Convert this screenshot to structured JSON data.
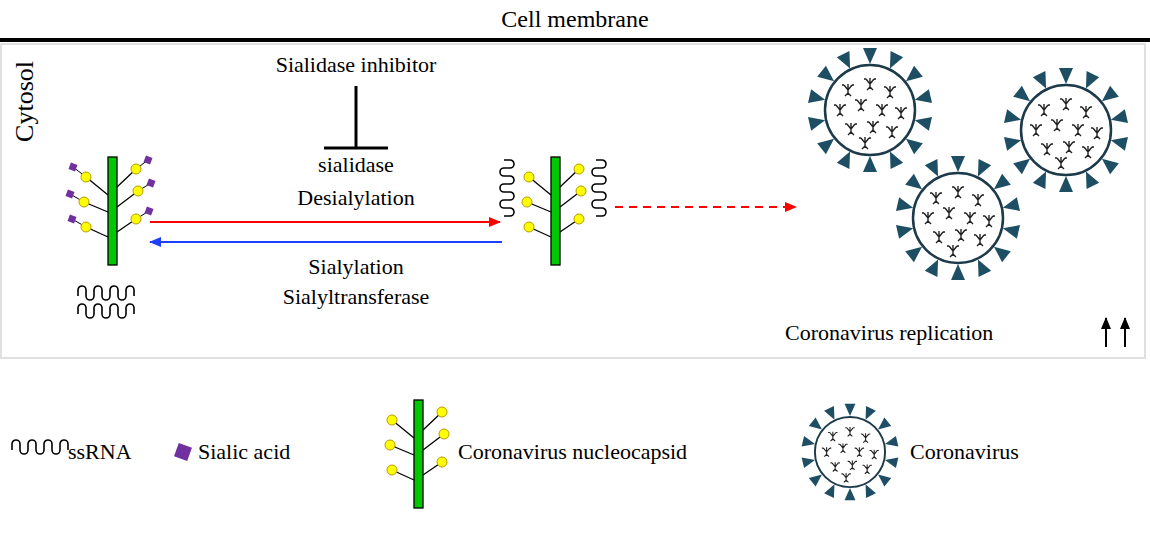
{
  "diagram": {
    "nodes": [
      {
        "text": [
          "Cytosol"
        ]
      }
    ],
    "labels": [
      "Cell membrane",
      "Sialidase inhibitor",
      "sialidase",
      "Desialylation",
      "Sialylation",
      "Sialyltransferase",
      "Coronavirus replication"
    ],
    "legend": [
      {
        "text": "ssRNA"
      },
      {
        "text": "Sialic acid",
        "color": "#7030a0"
      },
      {
        "text": "Coronavirus nucleocapsid"
      },
      {
        "text": "Coronavirus"
      }
    ]
  }
}
